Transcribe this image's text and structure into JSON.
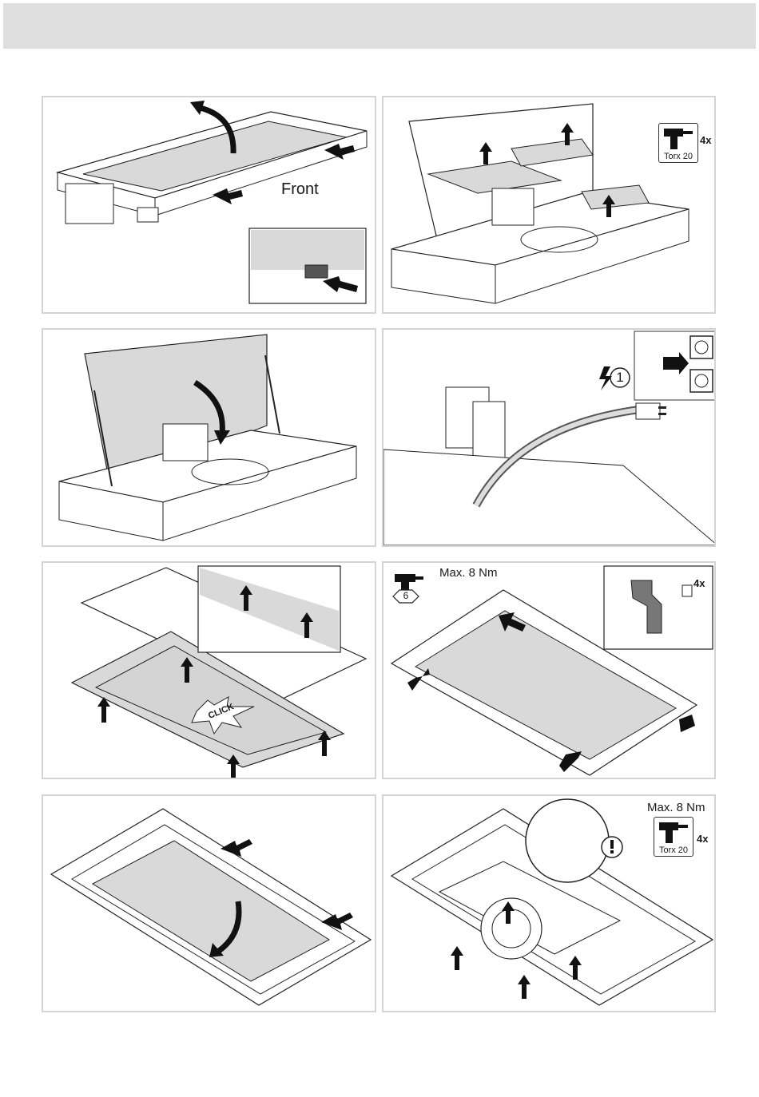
{
  "header": {
    "title": ""
  },
  "panels": {
    "p1": {
      "front_label": "Front"
    },
    "p2": {
      "tool_name": "Torx 20",
      "count": "4x"
    },
    "p4": {
      "step_number": "1"
    },
    "p5": {
      "click_text": "CLICK"
    },
    "p6": {
      "torque": "Max. 8 Nm",
      "hex_size": "6",
      "count": "4x"
    },
    "p8": {
      "torque": "Max. 8 Nm",
      "tool_name": "Torx 20",
      "count": "4x"
    }
  },
  "colors": {
    "panel_gray": "#d9d9d9",
    "border": "#d4d4d4",
    "header_bar": "#dedede",
    "line": "#222222"
  },
  "icons": [
    "curved-arrow-icon",
    "push-arrow-icon",
    "drill-icon",
    "plug-icon",
    "socket-icon",
    "lightning-icon",
    "warning-icon",
    "hex-bit-icon",
    "screw-icon"
  ]
}
